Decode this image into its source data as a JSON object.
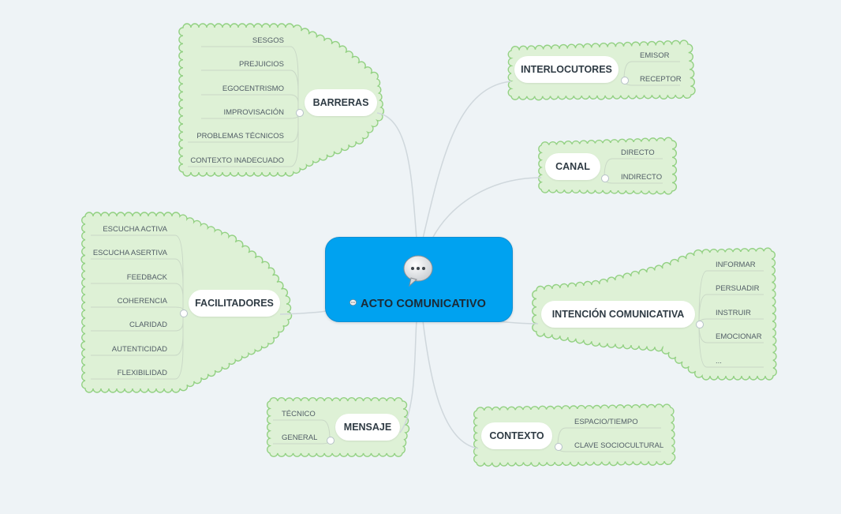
{
  "colors": {
    "background": "#eef3f6",
    "central_fill": "#00a2f0",
    "cloud_fill": "#def1d6",
    "cloud_stroke": "#93d183",
    "connector": "#cfd7dc"
  },
  "central": {
    "label": "ACTO COMUNICATIVO",
    "icon": "speech-bubble-icon"
  },
  "branches": {
    "barreras": {
      "label": "BARRERAS",
      "items": [
        "SESGOS",
        "PREJUICIOS",
        "EGOCENTRISMO",
        "IMPROVISACIÓN",
        "PROBLEMAS TÉCNICOS",
        "CONTEXTO INADECUADO"
      ]
    },
    "facilitadores": {
      "label": "FACILITADORES",
      "items": [
        "ESCUCHA ACTIVA",
        "ESCUCHA ASERTIVA",
        "FEEDBACK",
        "COHERENCIA",
        "CLARIDAD",
        "AUTENTICIDAD",
        "FLEXIBILIDAD"
      ]
    },
    "mensaje": {
      "label": "MENSAJE",
      "items": [
        "TÉCNICO",
        "GENERAL"
      ]
    },
    "interlocutores": {
      "label": "INTERLOCUTORES",
      "items": [
        "EMISOR",
        "RECEPTOR"
      ]
    },
    "canal": {
      "label": "CANAL",
      "items": [
        "DIRECTO",
        "INDIRECTO"
      ]
    },
    "intencion": {
      "label": "INTENCIÓN COMUNICATIVA",
      "items": [
        "INFORMAR",
        "PERSUADIR",
        "INSTRUIR",
        "EMOCIONAR",
        "..."
      ]
    },
    "contexto": {
      "label": "CONTEXTO",
      "items": [
        "ESPACIO/TIEMPO",
        "CLAVE SOCIOCULTURAL"
      ]
    }
  }
}
